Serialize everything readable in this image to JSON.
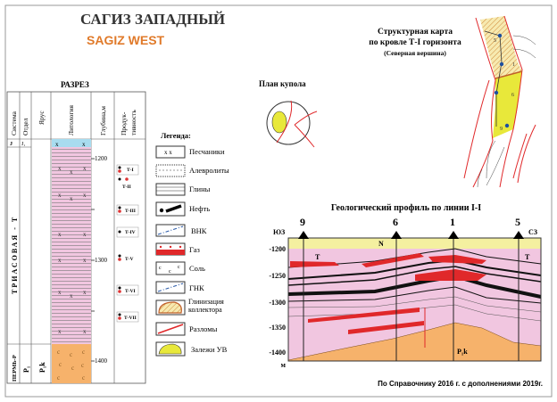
{
  "title": {
    "ru": "САГИЗ ЗАПАДНЫЙ",
    "en": "SAGIZ WEST"
  },
  "section": {
    "title": "РАЗРЕЗ",
    "headers": [
      "Система",
      "Отдел",
      "Ярус",
      "Литология",
      "Глубина,м",
      "Продук-",
      "тивность"
    ],
    "system": {
      "j": "J",
      "triassic": "ТРИАСОВАЯ - Т",
      "perm": "ПЕРМЬ-Р"
    },
    "series": {
      "j1": "J₁",
      "p1": "P₁",
      "p1k": "P₁k"
    },
    "depths": [
      "1200",
      "1300",
      "1400"
    ],
    "horizons": [
      "Т-I",
      "Т-II",
      "Т-III",
      "Т-IV",
      "Т-V",
      "Т-VI",
      "Т-VII"
    ]
  },
  "legend": {
    "title": "Легенда:",
    "items": [
      "Песчаники",
      "Алевролиты",
      "Глины",
      "Нефть",
      "ВНК",
      "Газ",
      "Соль",
      "ГНК",
      "Глинизация коллектора",
      "Разломы",
      "Залежи УВ"
    ]
  },
  "dome_plan": {
    "title": "План купола"
  },
  "structural_map": {
    "title_line1": "Структурная карта",
    "title_line2": "по кровле Т-I горизонта",
    "subtitle": "(Северная вершина)",
    "wells": [
      "1",
      "5",
      "6",
      "9"
    ]
  },
  "profile": {
    "title": "Геологический профиль по линии I-I",
    "left_dir": "ЮЗ",
    "right_dir": "СЗ",
    "wells": [
      "9",
      "6",
      "1",
      "5"
    ],
    "y_ticks": [
      "-1200",
      "-1250",
      "-1300",
      "-1350",
      "-1400"
    ],
    "y_unit": "м",
    "labels": {
      "n": "N",
      "t_left": "T",
      "t_right": "T",
      "p1k": "P₁k"
    }
  },
  "footer": "По Справочнику 2016 г. с дополнениями 2019г.",
  "colors": {
    "title_ru": "#333333",
    "title_en": "#e07a2a",
    "pink": "#f1c6e0",
    "salt": "#f6b26b",
    "sand_top": "#f4f0a0",
    "j_blue": "#a8dcef",
    "red": "#e0282a",
    "yellow": "#e8e83a"
  }
}
